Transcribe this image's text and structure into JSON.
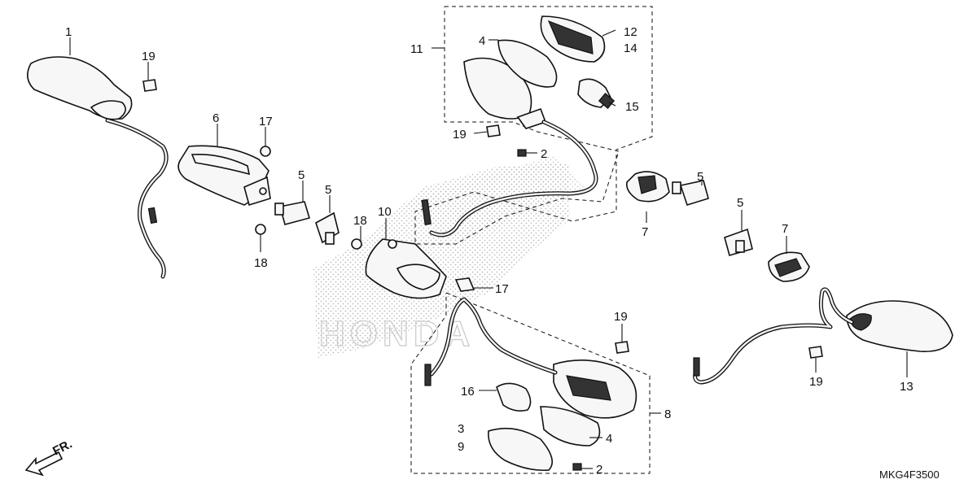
{
  "diagram_code": "MKG4F3500",
  "front_arrow": {
    "label": "FR."
  },
  "watermark": "HONDA",
  "callouts": {
    "c1": "1",
    "c2a": "2",
    "c2b": "2",
    "c3": "3",
    "c4a": "4",
    "c4b": "4",
    "c5a": "5",
    "c5b": "5",
    "c5c": "5",
    "c5d": "5",
    "c6": "6",
    "c7a": "7",
    "c7b": "7",
    "c8": "8",
    "c9": "9",
    "c10": "10",
    "c11": "11",
    "c12": "12",
    "c13": "13",
    "c14": "14",
    "c15": "15",
    "c16": "16",
    "c17a": "17",
    "c17b": "17",
    "c18a": "18",
    "c18b": "18",
    "c19a": "19",
    "c19b": "19",
    "c19c": "19",
    "c19d": "19"
  }
}
